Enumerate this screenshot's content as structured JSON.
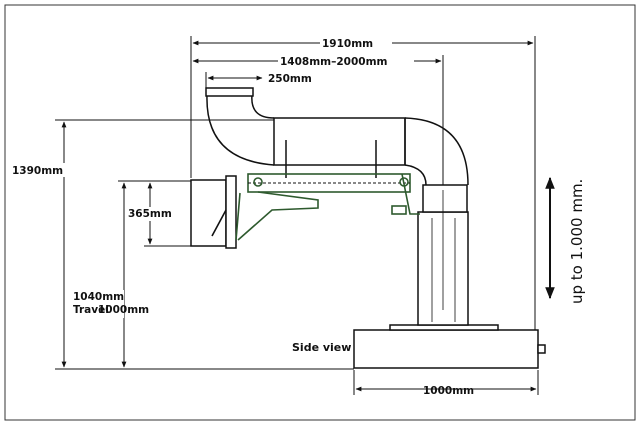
{
  "dimensions": {
    "overall_width": "1910mm",
    "reach_range": "1408mm–2000mm",
    "duct_offset": "250mm",
    "overall_height": "1390mm",
    "hood_height": "365mm",
    "lower_height": "1040mm",
    "travel_label": "Travel",
    "travel_value": "1000mm",
    "base_width": "1000mm"
  },
  "labels": {
    "view_name": "Side view",
    "height_adjust": "up to 1.000 mm."
  },
  "colors": {
    "line": "#111111",
    "arm": "#2e5a2e"
  }
}
